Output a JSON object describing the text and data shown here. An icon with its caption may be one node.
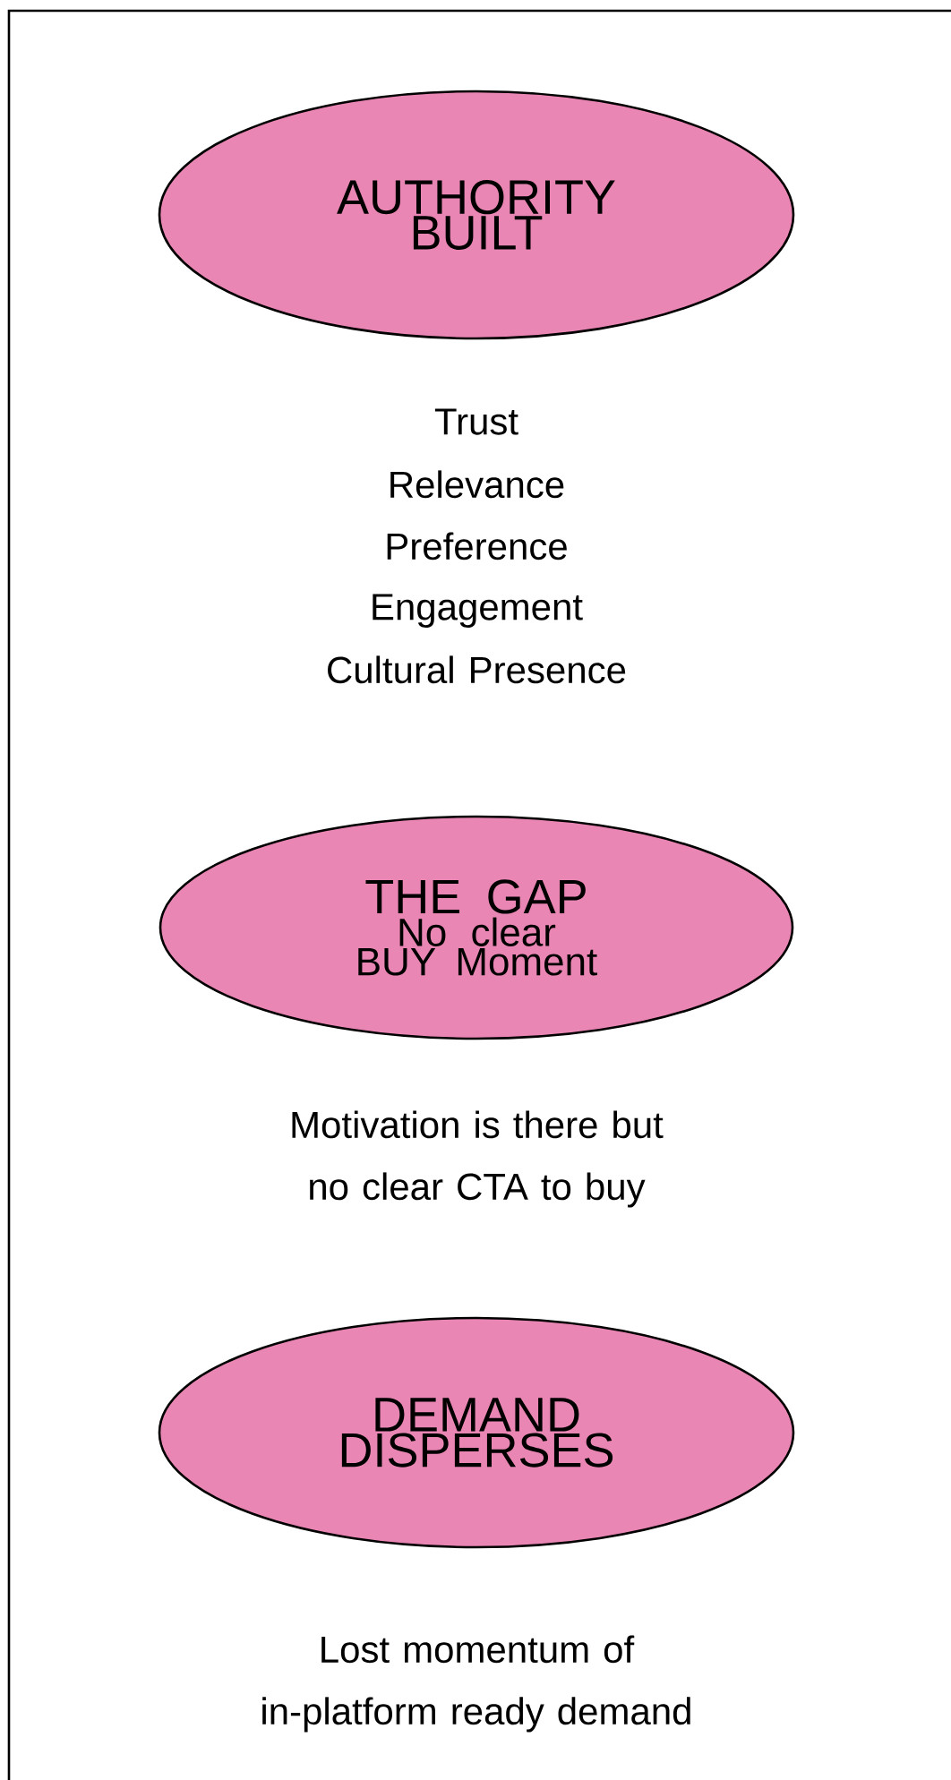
{
  "diagram": {
    "nodes": [
      {
        "text": [
          "AUTHORITY BUILT"
        ],
        "beside": [
          "Trust",
          "Relevance",
          "Preference",
          "Engagement",
          "Cultural Presence"
        ]
      },
      {
        "text": [
          "THE GAP",
          "No clear BUY Moment"
        ],
        "beside": [
          "Motivation is there but no clear CTA to buy"
        ]
      },
      {
        "text": [
          "DEMAND DISPERSES"
        ],
        "beside": [
          "Lost momentum of in-platform ready demand"
        ]
      }
    ]
  }
}
